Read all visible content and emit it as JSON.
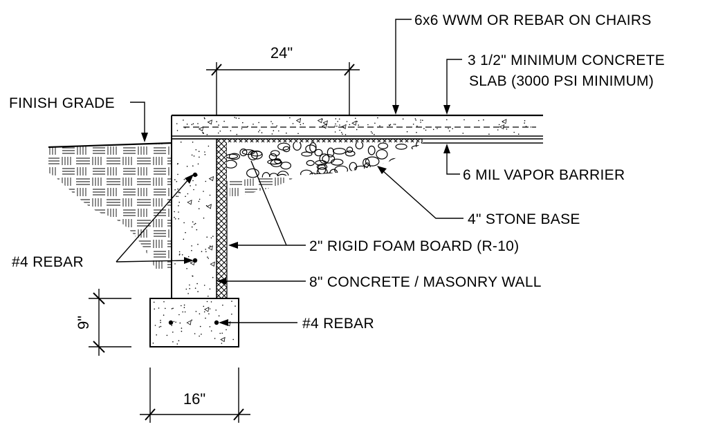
{
  "labels": {
    "wwm": "6x6 WWM OR REBAR ON CHAIRS",
    "slab_line1": "3 1/2\" MINIMUM CONCRETE",
    "slab_line2": "SLAB (3000 PSI MINIMUM)",
    "finish_grade": "FINISH GRADE",
    "vapor_barrier": "6 MIL VAPOR BARRIER",
    "stone_base": "4\" STONE BASE",
    "foam_board": "2\" RIGID FOAM BOARD (R-10)",
    "wall_rebar": "#4 REBAR",
    "wall": "8\" CONCRETE / MASONRY WALL",
    "footing_rebar": "#4 REBAR"
  },
  "dimensions": {
    "insulation_width": "24\"",
    "footing_depth": "9\"",
    "footing_width": "16\""
  }
}
